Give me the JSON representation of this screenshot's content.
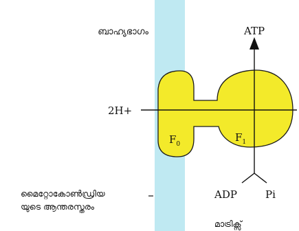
{
  "diagram": {
    "labels": {
      "outer_side": "ബാഹ്യഭാഗം",
      "inner_membrane_line1": "മൈറ്റോകോൺഡ്രിയ",
      "inner_membrane_line2": "യുടെ ആന്തരസ്തരം",
      "matrix": "മാട്രിക്സ്",
      "atp": "ATP",
      "adp": "ADP",
      "pi": "Pi",
      "proton": "2H+",
      "f0": "F",
      "f0_subscript": "0",
      "f1": "F",
      "f1_subscript": "1"
    },
    "colors": {
      "membrane": "#bfe9f2",
      "enzyme_fill": "#f3ea2a",
      "enzyme_stroke": "#1a1a1a",
      "line": "#111111"
    }
  }
}
